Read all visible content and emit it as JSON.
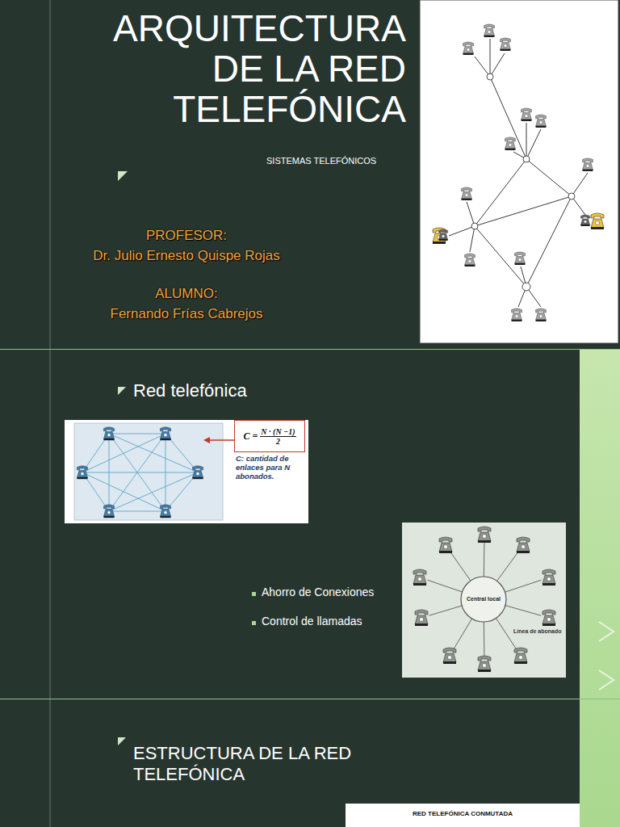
{
  "diagram": {
    "title": "ARQUITECTURA DE LA RED TELEFÓNICA",
    "nodes": [
      {
        "text": [
          "C =",
          "N · (N −1)",
          "2"
        ]
      },
      {
        "text": [
          "Central local"
        ]
      }
    ],
    "labels": [
      "SISTEMAS TELEFÓNICOS",
      "PROFESOR:",
      "Dr. Julio Ernesto Quispe Rojas",
      "ALUMNO:",
      "Fernando Frías Cabrejos",
      "Red telefónica",
      "C: cantidad de enlaces para N abonados.",
      "Ahorro de Conexiones",
      "Control de llamadas",
      "Línea de abonado",
      "ESTRUCTURA DE LA RED TELEFÓNICA",
      "RED TELEFÓNICA CONMUTADA"
    ]
  }
}
